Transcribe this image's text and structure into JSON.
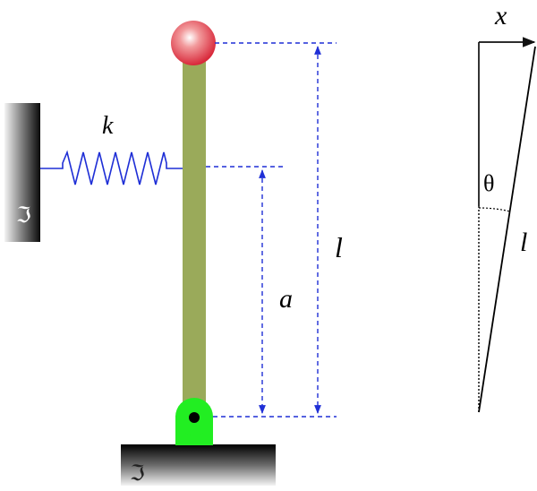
{
  "labels": {
    "spring_constant": "k",
    "pivot_to_spring": "a",
    "rod_length_left": "l",
    "displacement": "x",
    "angle": "θ",
    "rod_length_right": "l",
    "wall_symbol": "ℑ",
    "ground_symbol": "ℑ"
  },
  "colors": {
    "rod": "#9aaa5a",
    "pivot": "#22ee22",
    "mass": "#e8696f",
    "dimension_lines": "#1f2fd6",
    "spring": "#1f2fd6",
    "support": "#111111"
  }
}
